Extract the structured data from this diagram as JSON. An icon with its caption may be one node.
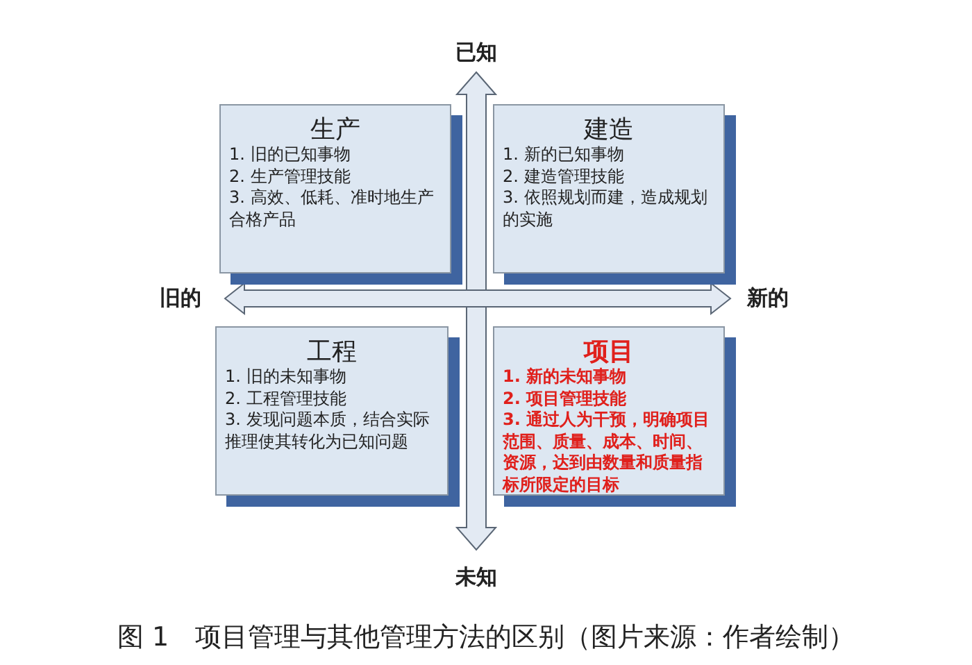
{
  "diagram": {
    "caption": "图 1　项目管理与其他管理方法的区别（图片来源：作者绘制）",
    "nodes": [
      {
        "text": [
          "生产",
          "1. 旧的已知事物",
          "2. 生产管理技能",
          "3. 高效、低耗、准时地生产合格产品"
        ]
      },
      {
        "text": [
          "建造",
          "1. 新的已知事物",
          "2. 建造管理技能",
          "3. 依照规划而建，造成规划的实施"
        ]
      },
      {
        "text": [
          "工程",
          "1. 旧的未知事物",
          "2. 工程管理技能",
          "3. 发现问题本质，结合实际推理使其转化为已知问题"
        ]
      },
      {
        "text": [
          "项目",
          "1. 新的未知事物",
          "2. 项目管理技能",
          "3. 通过人为干预，明确项目范围、质量、成本、时间、资源，达到由数量和质量指标所限定的目标"
        ]
      }
    ],
    "edges": [],
    "labels": [
      "已知",
      "旧的",
      "新的",
      "未知"
    ]
  }
}
